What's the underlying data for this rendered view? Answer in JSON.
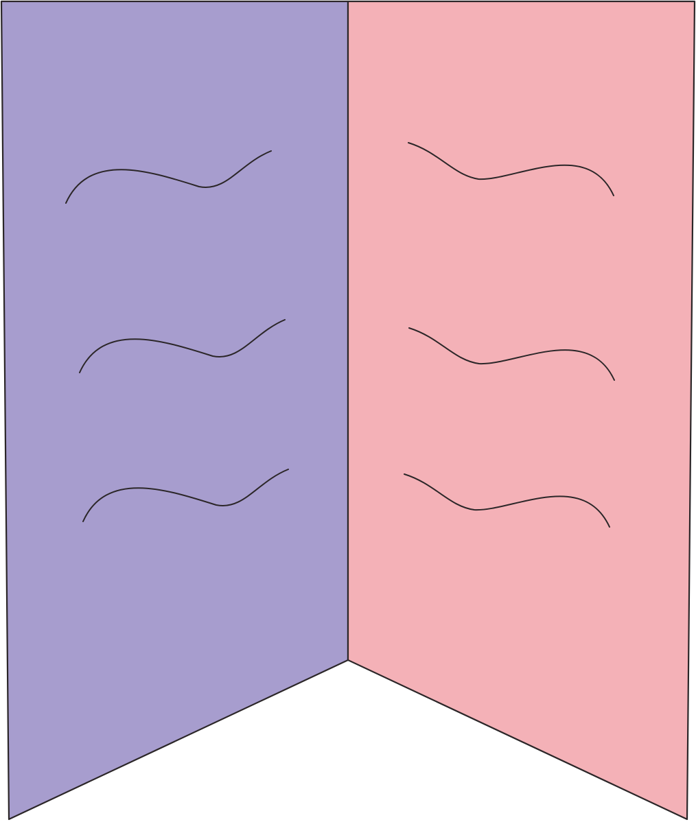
{
  "colors": {
    "left_panel": "#a79dce",
    "right_panel": "#f4b1b7",
    "stroke": "#2b2628",
    "background": "#ffffff"
  },
  "illustration": {
    "kind": "folded-banner",
    "panels": [
      {
        "side": "left",
        "color_key": "left_panel",
        "text_line_count": 3
      },
      {
        "side": "right",
        "color_key": "right_panel",
        "text_line_count": 3
      }
    ]
  }
}
